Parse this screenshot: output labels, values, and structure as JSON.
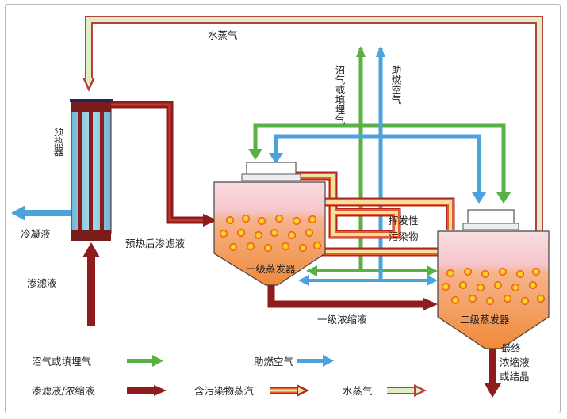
{
  "labels": {
    "water_vapor_top": "水蒸气",
    "biogas_vertical": "沼气或填埋气",
    "combustion_air_vertical": "助燃空气",
    "preheater": "预热器",
    "condensate": "冷凝液",
    "leachate_in": "渗滤液",
    "preheated_leachate": "预热后渗滤液",
    "first_evaporator": "一级蒸发器",
    "second_evaporator": "二级蒸发器",
    "volatile_pollutants": [
      "挥发性",
      "污染物"
    ],
    "first_concentrate": "一级浓缩液",
    "final_output": [
      "最终",
      "浓缩液",
      "或结晶"
    ]
  },
  "legend": {
    "biogas": "沼气或填埋气",
    "combustion_air": "助燃空气",
    "leachate_concentrate": "渗滤液/浓缩液",
    "polluted_vapor": "含污染物蒸汽",
    "water_vapor": "水蒸气"
  },
  "colors": {
    "biogas_green": "#5bb045",
    "air_blue": "#4ba3dc",
    "leachate_red": "#8e1c1c",
    "vapor_yellow": "#f2e2a0",
    "vapor_orange": "#e85a2a",
    "vapor_edge_red": "#b32424",
    "water_green": "#e3edc4",
    "water_edge_red": "#b54040",
    "evaporator_top_pink": "#f6cdd3",
    "evaporator_body_orange": "#f3a365",
    "preheater_blue": "#7fc4de",
    "preheater_dark": "#7a1c1c"
  }
}
